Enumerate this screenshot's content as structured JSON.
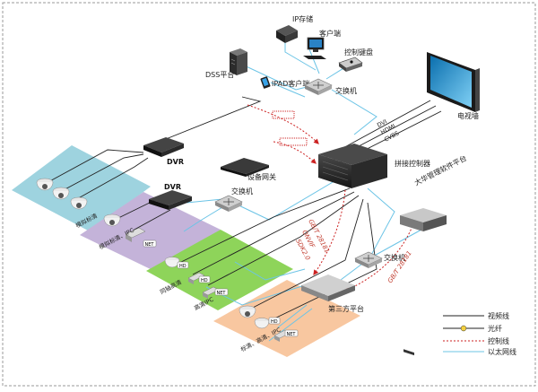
{
  "labels": {
    "ip_storage": "IP存储",
    "client": "客户端",
    "control_keyboard": "控制键盘",
    "dss_platform": "DSS平台",
    "ipad_client": "IPAD客户端",
    "switch_top": "交换机",
    "tv_wall": "电视墙",
    "port_dvi": "DVI",
    "port_hdmi": "HDMI",
    "port_cvbs": "CVBS",
    "dvr_1": "DVR",
    "dvr_2": "DVR",
    "device_gateway": "设备网关",
    "splice_controller": "拼接控制器",
    "switch_mid": "交换机",
    "zone_analog_sd": "模拟标清",
    "zone_analog_sd_ipc": "模拟标清、IPC",
    "zone_coax_hd": "同轴高清",
    "zone_hd_ipc": "高清IPC",
    "zone_sd_hd_ipc": "标清、高清、IPC",
    "third_party": "第三方平台",
    "dahua_platform": "大华管理软件平台",
    "switch_low": "交换机",
    "protocols": [
      "GB/T 28181",
      "ONVIF",
      "SDK2.0"
    ],
    "protocol_right": "GB/T 28181",
    "net_badge": "NET",
    "hd_badge": "HD"
  },
  "legend": {
    "video": "视频线",
    "fiber": "光纤",
    "control": "控制线",
    "ethernet": "以太网线"
  },
  "colors": {
    "zone_blue": "#9ed3df",
    "zone_purple": "#c4b3d9",
    "zone_green": "#8ed45a",
    "zone_orange": "#f8c7a0",
    "ethernet": "#6cc4e6",
    "control": "#cc2222",
    "video": "#222222"
  }
}
